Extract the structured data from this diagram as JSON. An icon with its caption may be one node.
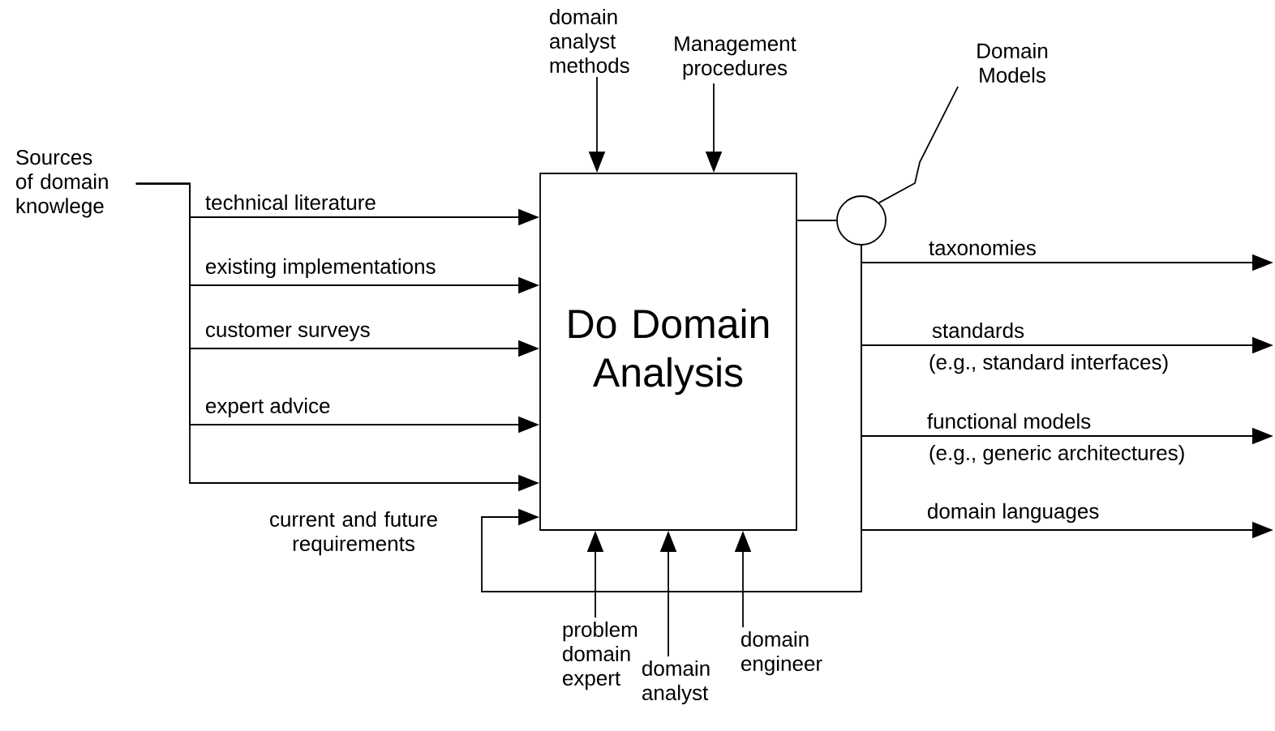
{
  "diagram": {
    "nodes": [
      {
        "text": [
          "domain analyst methods"
        ]
      },
      {
        "text": [
          "Management procedures"
        ]
      },
      {
        "text": [
          "Domain Models"
        ]
      },
      {
        "text": [
          "Sources of domain knowlege"
        ]
      },
      {
        "text": [
          "Do Domain Analysis"
        ]
      },
      {
        "text": [],
        "shape": "circle"
      },
      {
        "text": [
          "problem domain expert"
        ]
      },
      {
        "text": [
          "domain analyst"
        ]
      },
      {
        "text": [
          "domain engineer"
        ]
      }
    ],
    "edges": [
      {
        "from": 0,
        "to": 4,
        "arrow": "to"
      },
      {
        "from": 1,
        "to": 4,
        "arrow": "to"
      },
      {
        "from": 2,
        "to": 5,
        "arrow": "none"
      },
      {
        "from": 3,
        "to": 4,
        "arrow": "to",
        "label": "technical literature"
      },
      {
        "from": 3,
        "to": 4,
        "arrow": "to",
        "label": "existing implementations"
      },
      {
        "from": 3,
        "to": 4,
        "arrow": "to",
        "label": "customer surveys"
      },
      {
        "from": 3,
        "to": 4,
        "arrow": "to",
        "label": "expert advice"
      },
      {
        "from": 3,
        "to": 4,
        "arrow": "to"
      },
      {
        "from": 4,
        "to": 5,
        "arrow": "none"
      },
      {
        "from": 5,
        "to": null,
        "arrow": "to",
        "label": "taxonomies"
      },
      {
        "from": 5,
        "to": null,
        "arrow": "to",
        "label": "standards"
      },
      {
        "from": 5,
        "to": null,
        "arrow": "to",
        "label": "functional models"
      },
      {
        "from": 5,
        "to": null,
        "arrow": "to",
        "label": "domain languages"
      },
      {
        "from": 5,
        "to": 4,
        "arrow": "to",
        "label": "current and future requirements"
      },
      {
        "from": 6,
        "to": 4,
        "arrow": "to"
      },
      {
        "from": 7,
        "to": 4,
        "arrow": "to"
      },
      {
        "from": 8,
        "to": 4,
        "arrow": "to"
      }
    ],
    "labels": [
      "(e.g., standard interfaces)",
      "(e.g., generic architectures)"
    ]
  }
}
